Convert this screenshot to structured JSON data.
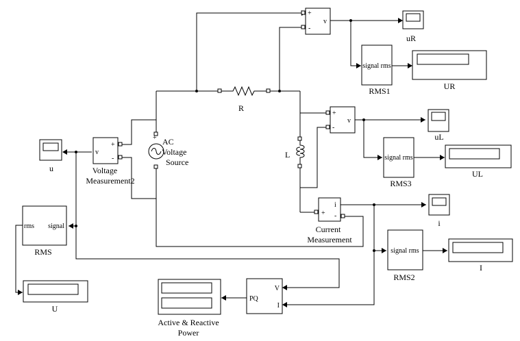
{
  "blocks": {
    "scope_uR": "uR",
    "display_UR": "UR",
    "rms1": "RMS1",
    "resistor": "R",
    "ac_source": [
      "AC",
      "Voltage",
      "Source"
    ],
    "inductor": "L",
    "scope_uL": "uL",
    "rms3": "RMS3",
    "display_UL": "UL",
    "scope_u": "u",
    "vm2": [
      "Voltage",
      "Measurement2"
    ],
    "rms": "RMS",
    "current_meas": [
      "Current",
      "Measurement"
    ],
    "scope_i": "i",
    "rms2": "RMS2",
    "display_I": "I",
    "display_U": "U",
    "power_display": [
      "Active & Reactive",
      "Power"
    ]
  },
  "ports": {
    "plus": "+",
    "minus": "-",
    "v": "v",
    "i": "i",
    "signal_rms": "signal rms",
    "rms_in": "rms",
    "signal_out": "signal",
    "pq": "PQ",
    "pq_v": "V",
    "pq_i": "I"
  }
}
